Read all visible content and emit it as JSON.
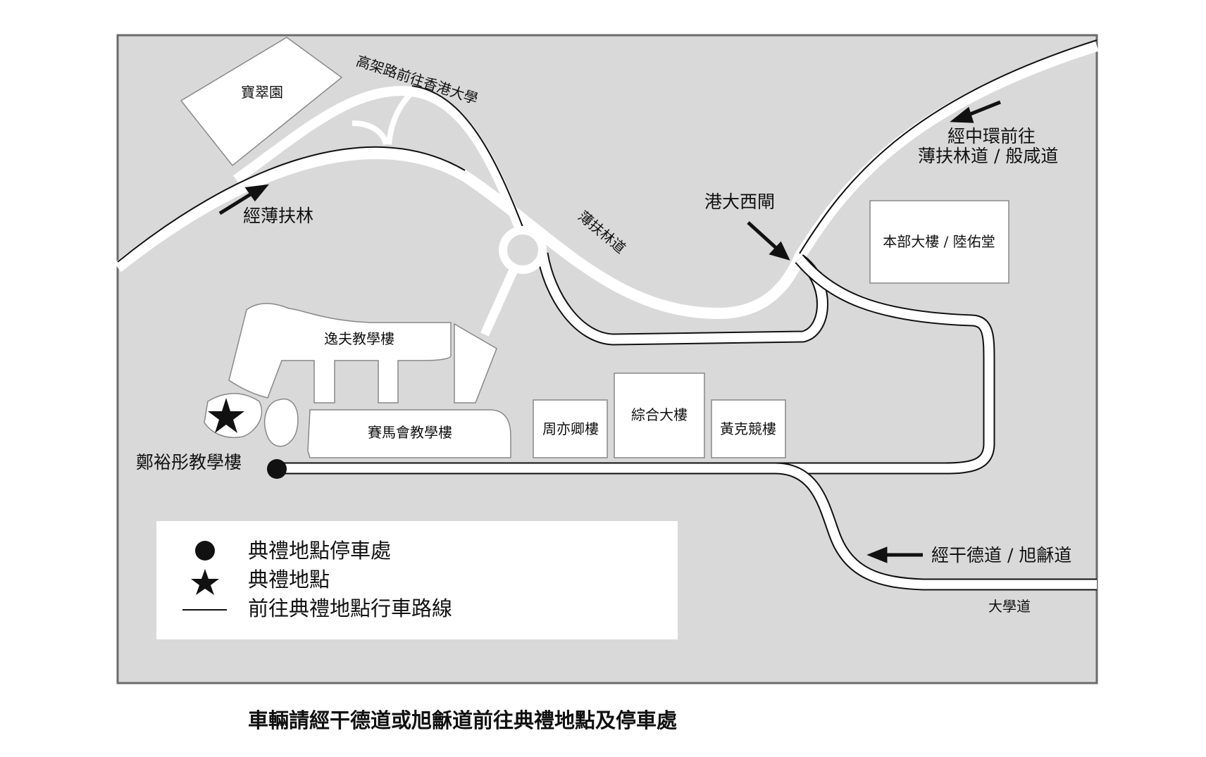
{
  "map": {
    "colors": {
      "background": "#d9d9d9",
      "frame": "#6b6b6b",
      "road": "#ffffff",
      "route": "#111111",
      "building": "#ffffff"
    },
    "buildings": {
      "po_chui": "寶翠園",
      "run_run_shaw": "逸夫教學樓",
      "jockey_club": "賽馬會教學樓",
      "chow_yei_ching": "周亦卿樓",
      "composite": "綜合大樓",
      "hkjc_building": "黃克競樓",
      "main_building": "本部大樓 / 陸佑堂",
      "cheng_yu_tung": "鄭裕彤教學樓"
    },
    "roads": {
      "flyover": "高架路前往香港大學",
      "pokfulam_road": "薄扶林道",
      "university_drive": "大學道"
    },
    "directions": {
      "via_pokfulam": "經薄扶林",
      "via_central_line1": "經中環前往",
      "via_central_line2": "薄扶林道 / 般咸道",
      "west_gate": "港大西閘",
      "via_kennedy": "經干德道 / 旭龢道"
    }
  },
  "legend": {
    "parking": "典禮地點停車處",
    "venue": "典禮地點",
    "route": "前往典禮地點行車路線"
  },
  "caption": "車輛請經干德道或旭龢道前往典禮地點及停車處"
}
